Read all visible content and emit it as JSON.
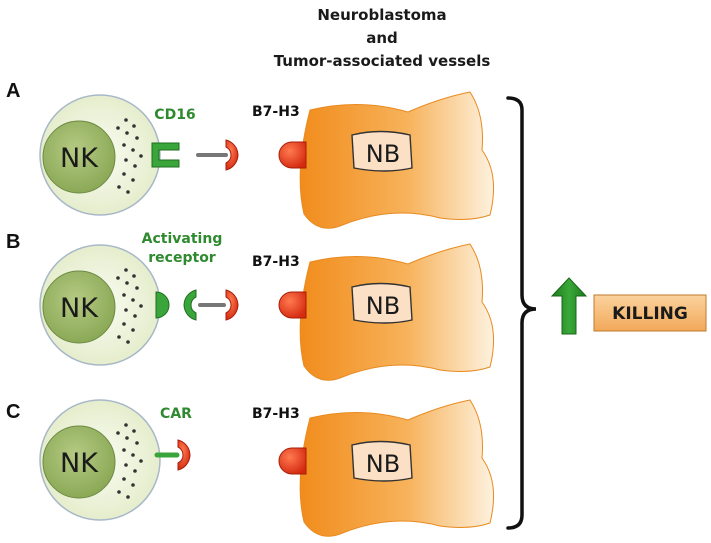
{
  "header": {
    "line1": "Neuroblastoma",
    "line2": "and",
    "line3": "Tumor-associated vessels"
  },
  "panels": [
    {
      "letter": "A",
      "receptor_line1": "CD16",
      "receptor_line2": "",
      "ligand": "B7-H3",
      "nk_label": "NK",
      "tumor_label": "NB"
    },
    {
      "letter": "B",
      "receptor_line1": "Activating",
      "receptor_line2": "receptor",
      "ligand": "B7-H3",
      "nk_label": "NK",
      "tumor_label": "NB"
    },
    {
      "letter": "C",
      "receptor_line1": "CAR",
      "receptor_line2": "",
      "ligand": "B7-H3",
      "nk_label": "NK",
      "tumor_label": "NB"
    }
  ],
  "outcome": {
    "label": "KILLING",
    "arrow": "up-arrow-icon"
  },
  "colors": {
    "nk_outer": "#eef3e0",
    "nk_nucleus": "#9bb667",
    "receptor_green": "#2f8a2f",
    "ligand_red": "#e23a1a",
    "tumor_orange": "#f39a2c",
    "killing_box": "#f6b873"
  }
}
